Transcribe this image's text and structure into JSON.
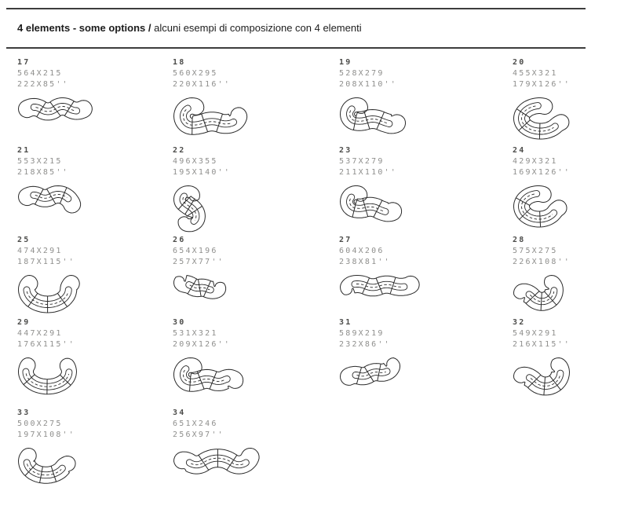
{
  "title": {
    "bold": "4 elements - some options",
    "separator": "/",
    "regular": "alcuni esempi di composizione con 4 elementi"
  },
  "items": [
    {
      "num": "17",
      "cm": "564X215",
      "inches": "222X85''"
    },
    {
      "num": "18",
      "cm": "560X295",
      "inches": "220X116''"
    },
    {
      "num": "19",
      "cm": "528X279",
      "inches": "208X110''"
    },
    {
      "num": "20",
      "cm": "455X321",
      "inches": "179X126''"
    },
    {
      "num": "21",
      "cm": "553X215",
      "inches": "218X85''"
    },
    {
      "num": "22",
      "cm": "496X355",
      "inches": "195X140''"
    },
    {
      "num": "23",
      "cm": "537X279",
      "inches": "211X110''"
    },
    {
      "num": "24",
      "cm": "429X321",
      "inches": "169X126''"
    },
    {
      "num": "25",
      "cm": "474X291",
      "inches": "187X115''"
    },
    {
      "num": "26",
      "cm": "654X196",
      "inches": "257X77''"
    },
    {
      "num": "27",
      "cm": "604X206",
      "inches": "238X81''"
    },
    {
      "num": "28",
      "cm": "575X275",
      "inches": "226X108''"
    },
    {
      "num": "29",
      "cm": "447X291",
      "inches": "176X115''"
    },
    {
      "num": "30",
      "cm": "531X321",
      "inches": "209X126''"
    },
    {
      "num": "31",
      "cm": "589X219",
      "inches": "232X86''"
    },
    {
      "num": "32",
      "cm": "549X291",
      "inches": "216X115''"
    },
    {
      "num": "33",
      "cm": "500X275",
      "inches": "197X108''"
    },
    {
      "num": "34",
      "cm": "651X246",
      "inches": "256X97''"
    }
  ],
  "colors": {
    "line": "#2a2a2a",
    "number_text": "#4c4c4a",
    "dim_text": "#8f8f8d",
    "rule": "#3d3d3d"
  }
}
